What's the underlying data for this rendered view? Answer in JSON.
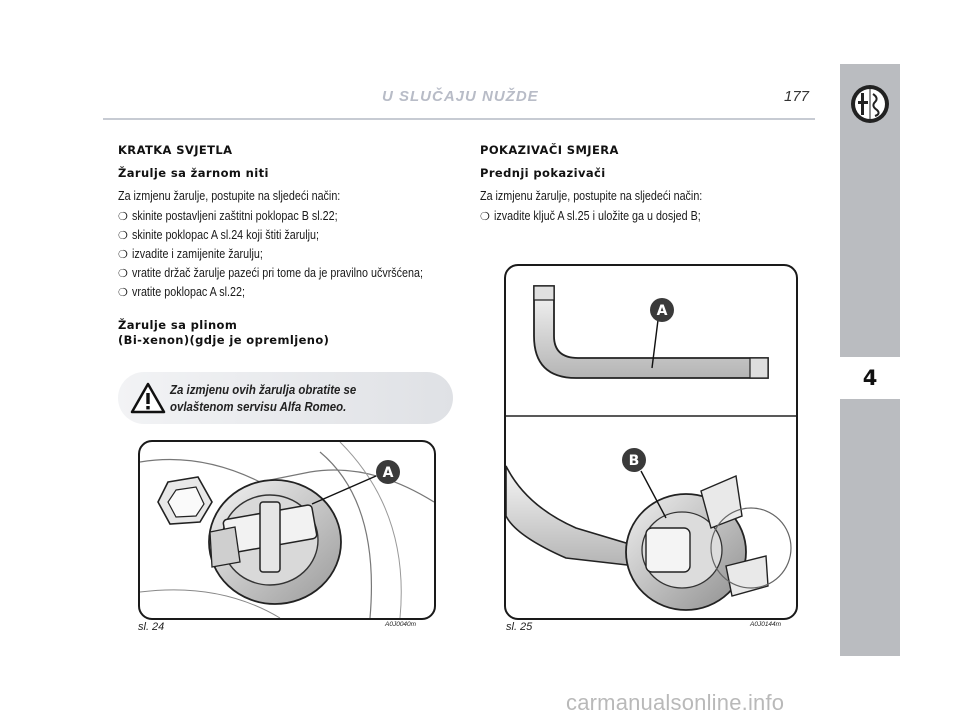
{
  "header": {
    "title": "U SLUČAJU NUŽDE",
    "page_number": "177"
  },
  "sidebar": {
    "chapter": "4",
    "logo_icon": "alfa-romeo-logo-icon"
  },
  "left": {
    "heading": "KRATKA SVJETLA",
    "subheading": "Žarulje sa žarnom niti",
    "intro": "Za izmjenu žarulje, postupite na sljedeći način:",
    "bullet_symbol": "❍",
    "steps": [
      "skinite postavljeni zaštitni poklopac B sl.22;",
      "skinite poklopac A sl.24   koji štiti žarulju;",
      "izvadite i zamijenite žarulju;",
      "vratite držač žarulje pazeći pri tome da je pravilno učvršćena;",
      "vratite poklopac A sl.22;"
    ],
    "subheading2_line1": "Žarulje sa plinom",
    "subheading2_line2": "(Bi-xenon)(gdje je opremljeno)",
    "warning_text": "Za izmjenu ovih žarulja obratite se ovlaštenom servisu Alfa Romeo.",
    "warning_icon": "warning-triangle-icon"
  },
  "right": {
    "heading": "POKAZIVAČI SMJERA",
    "subheading": "Prednji pokazivači",
    "intro": "Za izmjenu žarulje, postupite na sljedeći način:",
    "steps": [
      "izvadite ključ A sl.25   i uložite ga u dosjed B;"
    ]
  },
  "figures": [
    {
      "caption": "sl. 24",
      "code": "A0J0040m",
      "labels": [
        "A"
      ]
    },
    {
      "caption": "sl. 25",
      "code": "A0J0144m",
      "labels": [
        "A",
        "B"
      ]
    }
  ],
  "watermark": "carmanualsonline.info"
}
